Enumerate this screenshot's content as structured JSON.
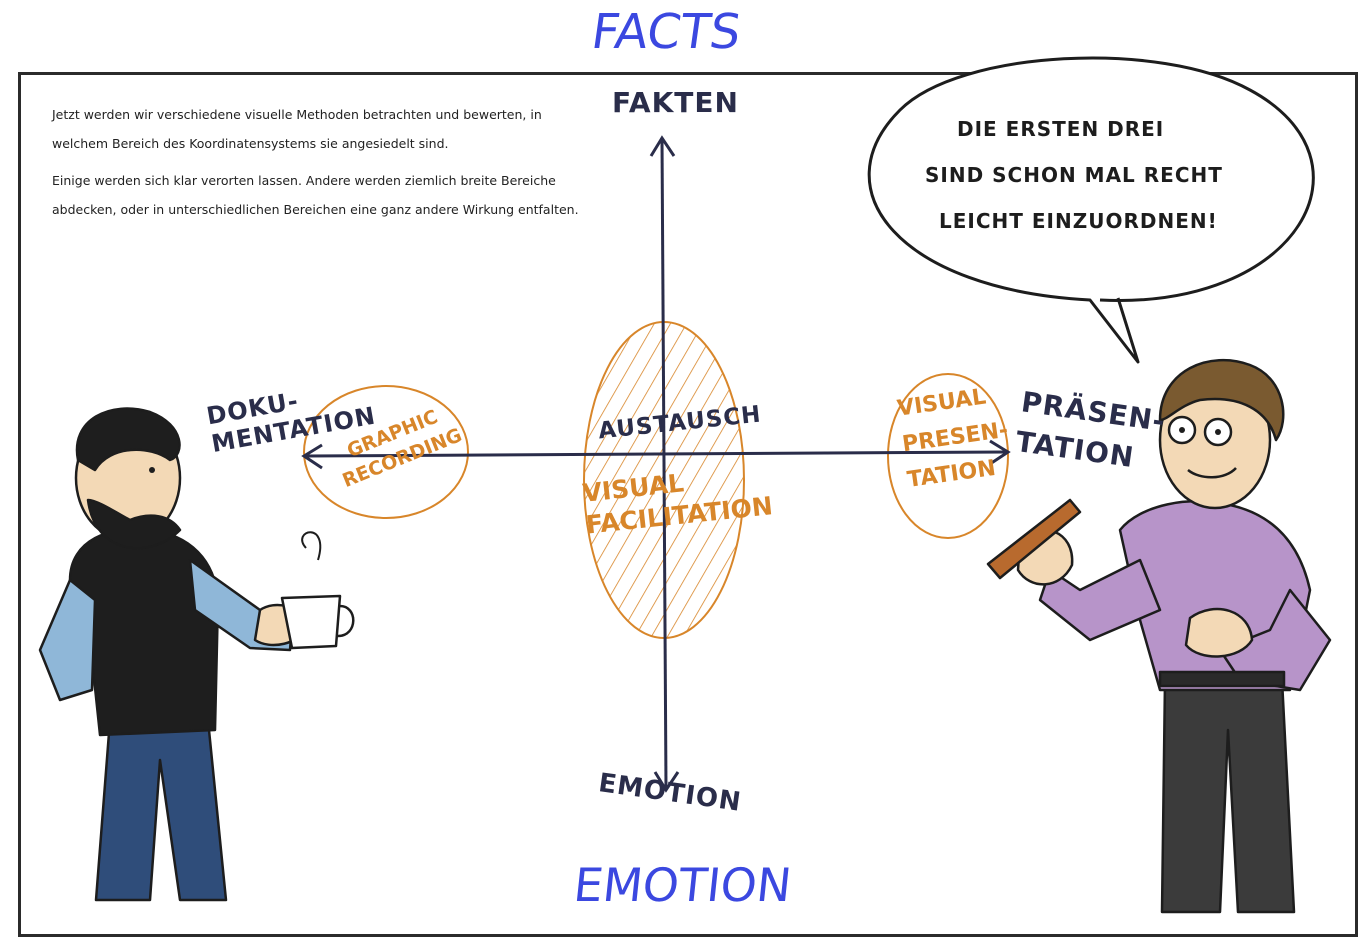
{
  "top_handwritten": "FACTS",
  "bottom_handwritten": "EMOTION",
  "axis": {
    "top_label": "FAKTEN",
    "bottom_label": "EMOTION",
    "left_label_line1": "DOKU-",
    "left_label_line2": "MENTATION",
    "right_label_line1": "PRÄSEN-",
    "right_label_line2": "TATION"
  },
  "intro": {
    "paragraph1": "Jetzt werden wir verschiedene visuelle Methoden betrachten und bewerten, in welchem Bereich des Koordinatensystems sie angesiedelt sind.",
    "paragraph2": "Einige werden sich klar verorten lassen. Andere werden ziemlich breite Bereiche abdecken, oder in unterschiedlichen Bereichen eine ganz andere Wirkung entfalten."
  },
  "speech_bubble": {
    "line1": "DIE ERSTEN DREI",
    "line2": "SIND SCHON MAL RECHT",
    "line3": "LEICHT EINZUORDNEN!"
  },
  "regions": {
    "graphic_recording_line1": "GRAPHIC",
    "graphic_recording_line2": "RECORDING",
    "austausch": "AUSTAUSCH",
    "visual_facilitation_line1": "VISUAL",
    "visual_facilitation_line2": "FACILITATION",
    "visual_presentation_line1": "VISUAL",
    "visual_presentation_line2": "PRESEN-",
    "visual_presentation_line3": "TATION"
  },
  "colors": {
    "ink": "#2a2d4a",
    "orange": "#d8862a",
    "blue": "#3b48e0"
  }
}
